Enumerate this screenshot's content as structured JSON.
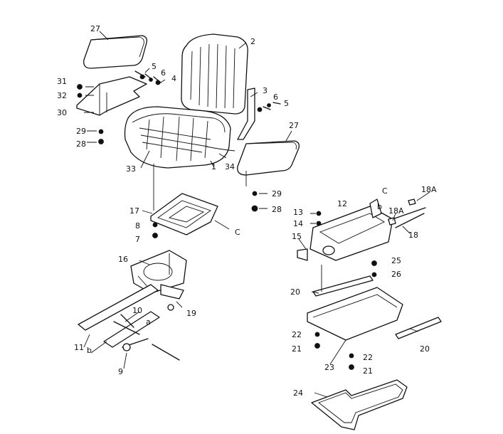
{
  "labels": {
    "l27a": "27",
    "l2": "2",
    "l31": "31",
    "l32": "32",
    "l30": "30",
    "l5a": "5",
    "l6a": "6",
    "l4": "4",
    "l3": "3",
    "l6b": "6",
    "l5b": "5",
    "l29a": "29",
    "l28a": "28",
    "l33": "33",
    "l1": "1",
    "l34": "34",
    "l27b": "27",
    "l29b": "29",
    "l28b": "28",
    "l17": "17",
    "l8": "8",
    "l7": "7",
    "lC1": "C",
    "l16": "16",
    "l10": "10",
    "l19": "19",
    "la": "a",
    "l11": "11",
    "lb1": "b",
    "l9": "9",
    "lC2": "C",
    "l18A1": "18A",
    "l12": "12",
    "lb2": "b",
    "l18A2": "18A",
    "l13": "13",
    "l14": "14",
    "l15": "15",
    "l18": "18",
    "l25": "25",
    "l26": "26",
    "l20a": "20",
    "l22a": "22",
    "l21a": "21",
    "l22b": "22",
    "l23": "23",
    "l21b": "21",
    "l20b": "20",
    "l24": "24"
  }
}
